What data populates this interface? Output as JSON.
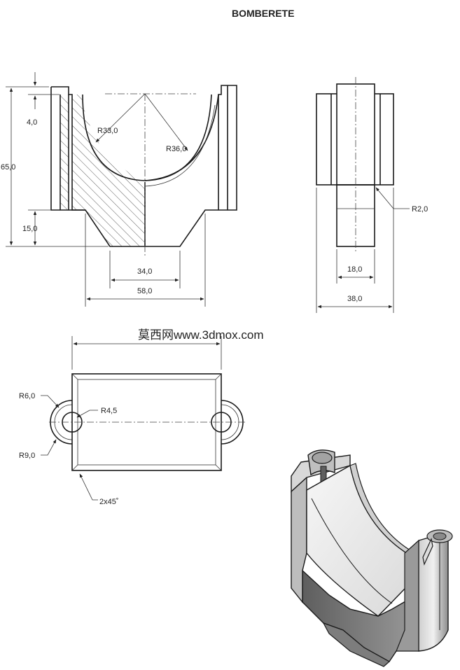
{
  "title": "BOMBERETE",
  "front_view": {
    "dims": {
      "top_flange": "4,0",
      "height": "65,0",
      "base": "15,0",
      "inner_radius": "R33,0",
      "outer_radius": "R36,0",
      "bottom_width": "34,0",
      "overall_width": "58,0"
    }
  },
  "side_view": {
    "dims": {
      "fillet": "R2,0",
      "thickness": "18,0",
      "width": "38,0"
    }
  },
  "top_view": {
    "dims": {
      "outer_lobe": "R6,0",
      "hole": "R4,5",
      "boss": "R9,0",
      "chamfer": "2x45˚"
    }
  },
  "watermark": "莫西网www.3dmox.com",
  "colors": {
    "line": "#1a1a1a",
    "face_light": "#eeeeee",
    "face_mid": "#c4c4c4",
    "face_dark": "#7d7d7d"
  }
}
